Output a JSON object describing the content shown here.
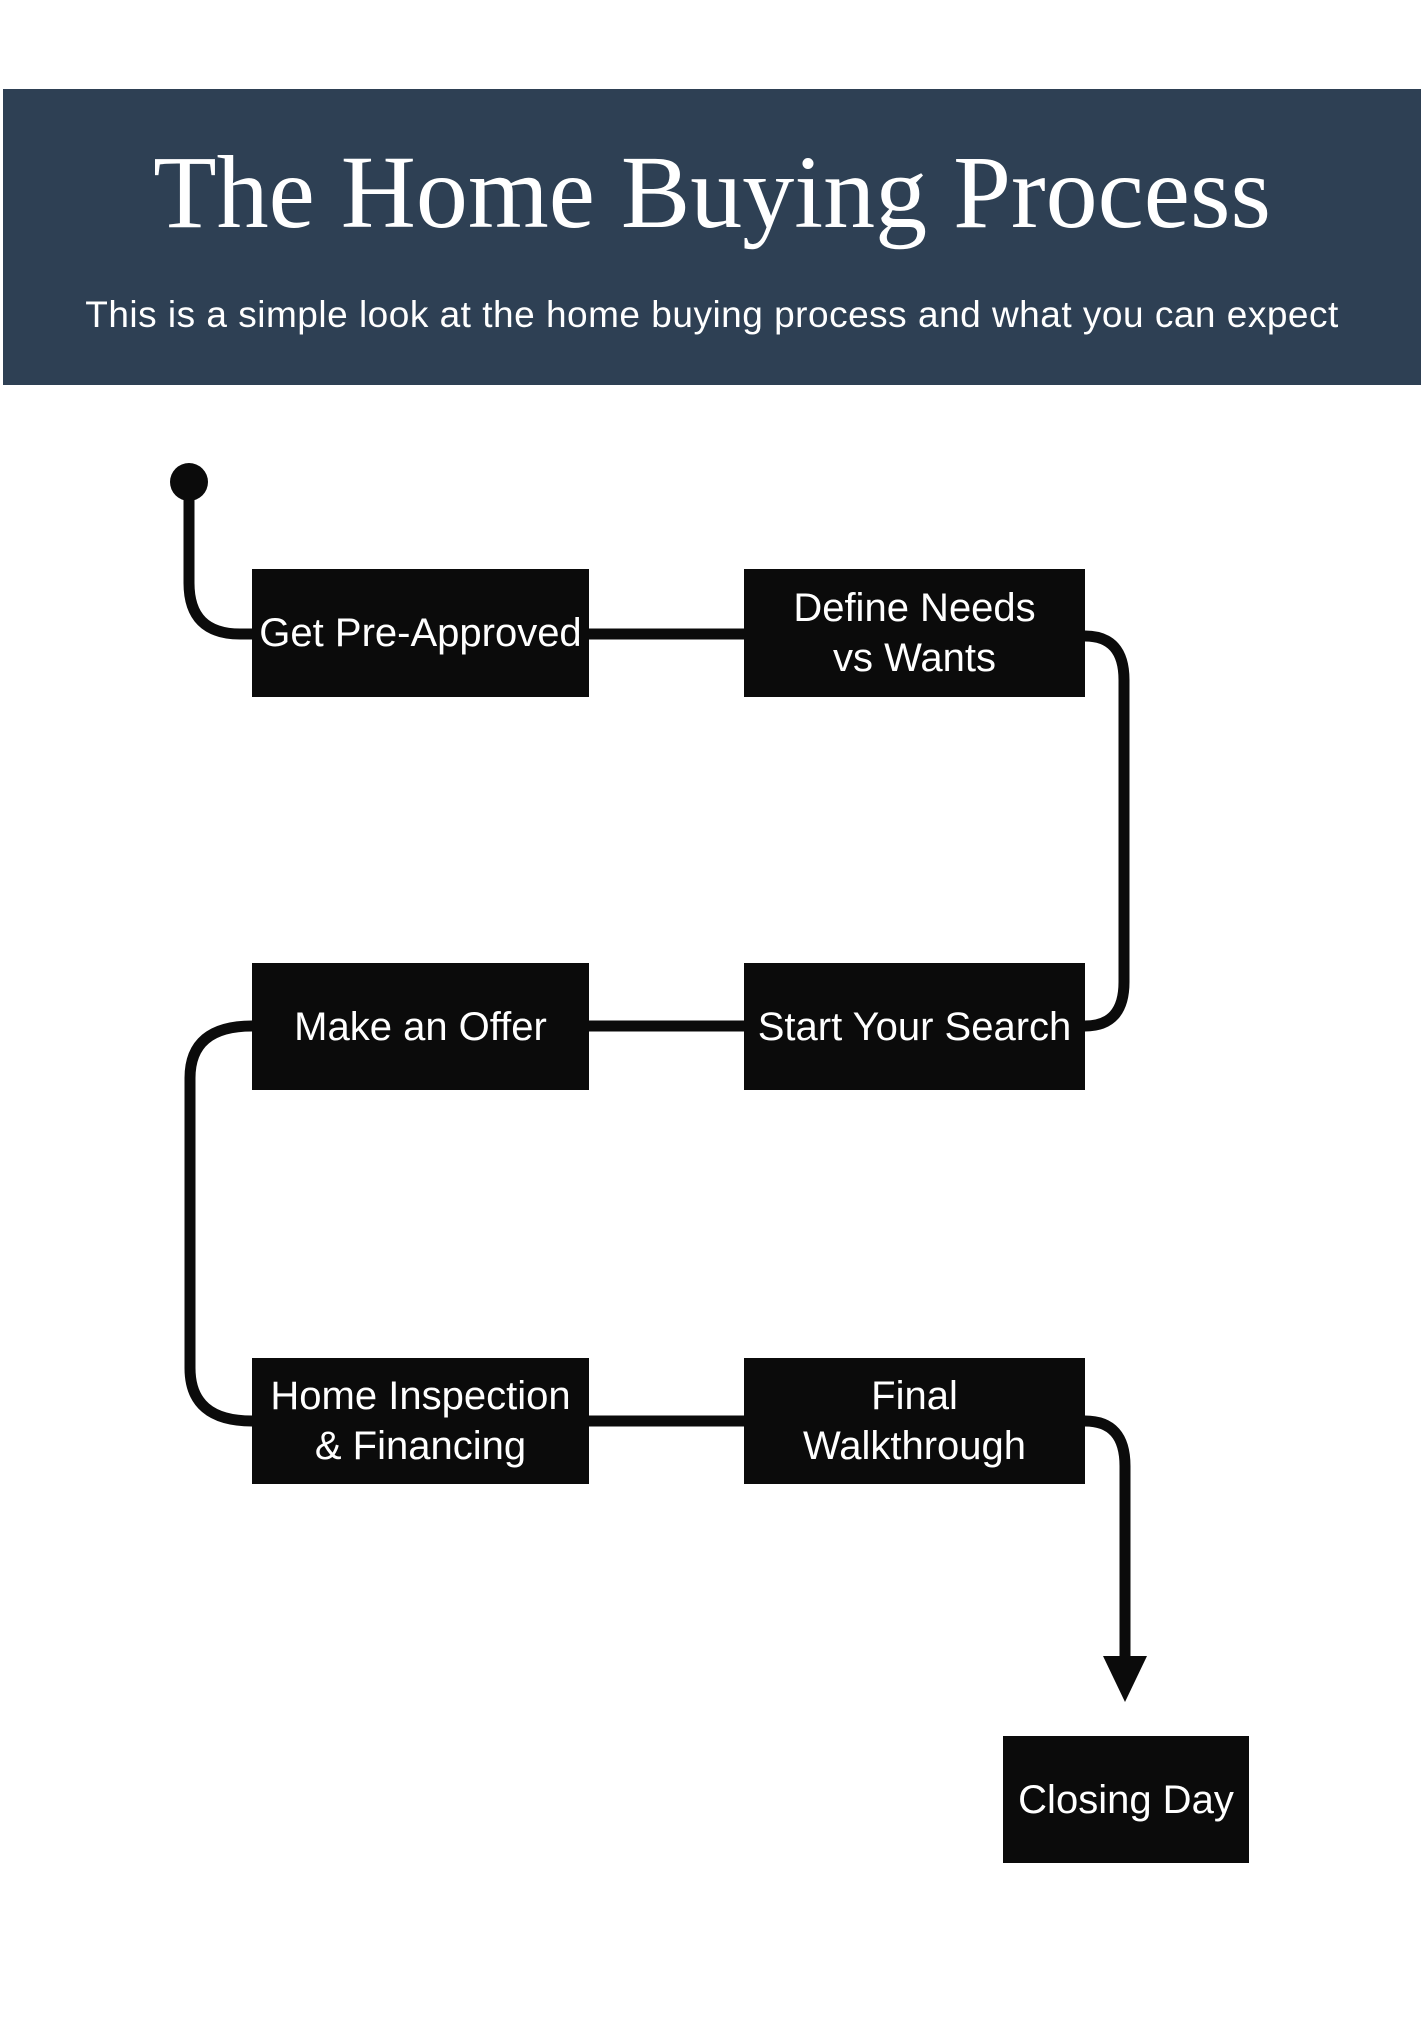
{
  "header": {
    "title": "The Home Buying Process",
    "subtitle": "This is a simple look at the home buying process and what you can expect"
  },
  "flowchart": {
    "steps": [
      {
        "label": "Get Pre-Approved"
      },
      {
        "label": "Define Needs\nvs Wants"
      },
      {
        "label": "Start Your Search"
      },
      {
        "label": "Make an Offer"
      },
      {
        "label": "Home Inspection\n& Financing"
      },
      {
        "label": "Final\nWalkthrough"
      },
      {
        "label": "Closing Day"
      }
    ]
  },
  "colors": {
    "page_bg": "#ffffff",
    "header_bg": "#2e4054",
    "header_text": "#ffffff",
    "box_bg": "#0b0b0b",
    "box_text": "#ffffff",
    "connector": "#0b0b0b"
  }
}
